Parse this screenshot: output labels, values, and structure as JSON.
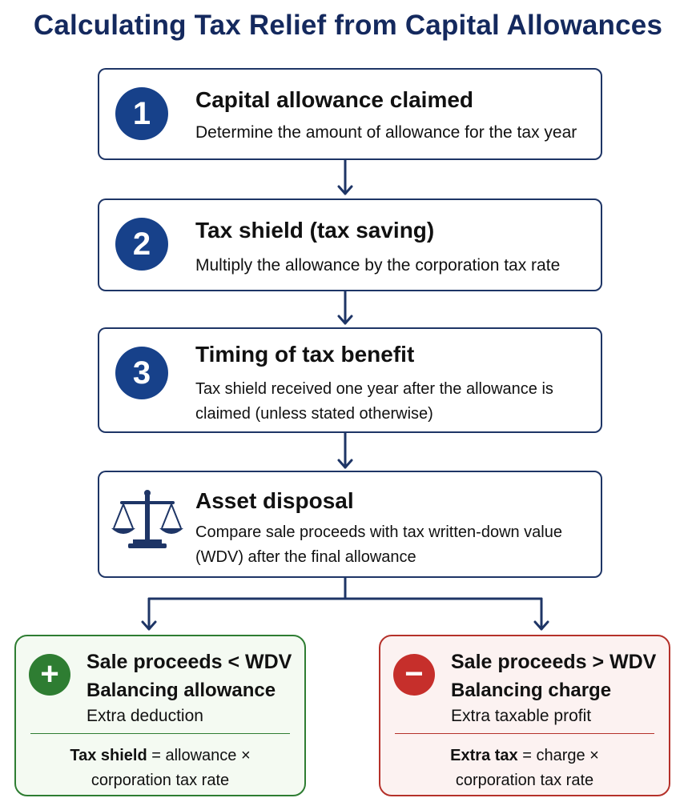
{
  "title": "Calculating Tax Relief from Capital Allowances",
  "steps": [
    {
      "number": "1",
      "title": "Capital allowance claimed",
      "description": "Determine the amount of allowance for the tax year"
    },
    {
      "number": "2",
      "title": "Tax shield (tax saving)",
      "description": "Multiply the allowance by the corporation tax rate"
    },
    {
      "number": "3",
      "title": "Timing of tax benefit",
      "description": "Tax shield received one year after the allowance is claimed (unless stated otherwise)"
    },
    {
      "icon": "balance-scale-icon",
      "title": "Asset disposal",
      "description": "Compare sale proceeds with tax written-down value (WDV) after the final allowance"
    }
  ],
  "outcomes": {
    "left": {
      "badge": "+",
      "condition": "Sale proceeds < WDV",
      "result": "Balancing allowance",
      "effect": "Extra deduction",
      "formula_bold": "Tax shield",
      "formula_rest": " = allowance ×",
      "formula_line2": "corporation tax rate",
      "color": "#2e7d32"
    },
    "right": {
      "badge": "−",
      "condition": "Sale proceeds > WDV",
      "result": "Balancing charge",
      "effect": "Extra taxable profit",
      "formula_bold": "Extra tax",
      "formula_rest": " = charge ×",
      "formula_line2": "corporation tax rate",
      "color": "#c62f2b"
    }
  },
  "colors": {
    "title": "#14295e",
    "step_number": "#17418a",
    "border": "#1e3566"
  }
}
